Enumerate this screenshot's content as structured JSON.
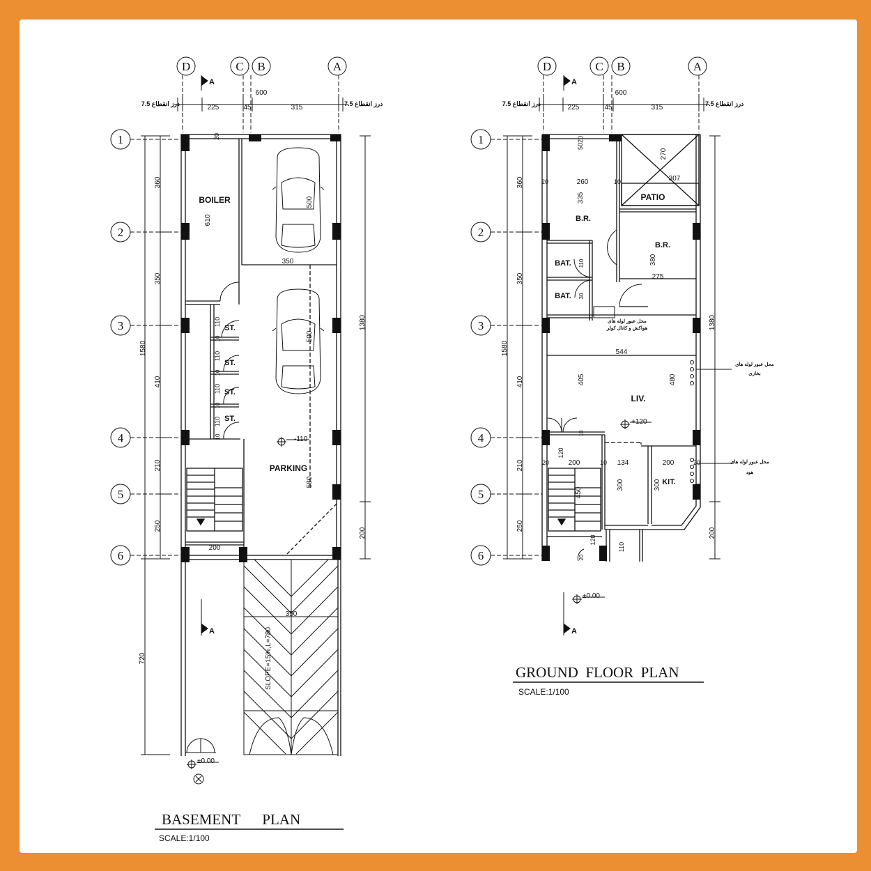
{
  "axes_columns": [
    "D",
    "C",
    "B",
    "A"
  ],
  "axes_rows": [
    "1",
    "2",
    "3",
    "4",
    "5",
    "6"
  ],
  "section_mark": "A",
  "top_dims": {
    "total": "600",
    "d1": "225",
    "d2": "45",
    "d3": "315",
    "left_offset": "7.5 درز انقطاع",
    "right_offset": "درز انقطاع 7.5"
  },
  "left_dims": {
    "overall": "1580",
    "r12": "360",
    "r23": "350",
    "r34": "410",
    "r45": "210",
    "r56": "250",
    "front": "720"
  },
  "right_dims": {
    "main": "1380",
    "rear": "200"
  },
  "basement": {
    "title": "BASEMENT      PLAN",
    "scale": "SCALE:1/100",
    "rooms": {
      "boiler": "BOILER",
      "parking": "PARKING",
      "st1": "ST.",
      "st2": "ST.",
      "st3": "ST.",
      "st4": "ST."
    },
    "dims": {
      "d610": "610",
      "d20": "20",
      "d500a": "500",
      "d500b": "500",
      "d350a": "350",
      "d350b": "350",
      "d580": "580",
      "d200": "200",
      "d110a": "110",
      "d110b": "110",
      "d110c": "110",
      "d110d": "110",
      "d10a": "10",
      "d10b": "10",
      "d10c": "10",
      "d10d": "10"
    },
    "levels": {
      "parking": "-110",
      "entry": "±0.00"
    },
    "ramp": "SLOPE=15%,L=780"
  },
  "ground": {
    "title": "GROUND  FLOOR  PLAN",
    "scale": "SCALE:1/100",
    "rooms": {
      "patio": "PATIO",
      "br1": "B.R.",
      "br2": "B.R.",
      "bat1": "BAT.",
      "bat2": "BAT.",
      "liv": "LIV.",
      "kit": "KIT."
    },
    "dims": {
      "d270": "270",
      "d307": "307",
      "d5020": "5020",
      "d20a": "20",
      "d260": "260",
      "d10a": "10",
      "d335": "335",
      "d380": "380",
      "d275": "275",
      "d544": "544",
      "d405": "405",
      "d480": "480",
      "d120a": "120",
      "d20b": "20",
      "d200a": "200",
      "d10b": "10",
      "d134": "134",
      "d200b": "200",
      "d20c": "20",
      "d300a": "300",
      "d300b": "300",
      "d450": "450",
      "d120b": "120",
      "d110": "110",
      "d20d": "20",
      "d10c": "10",
      "d110c": "110",
      "d30": "30"
    },
    "levels": {
      "liv": "+120",
      "entry": "±0.00"
    },
    "notes": {
      "n1a": "محل عبور لوله های",
      "n1b": "هواکش و کانال کولر",
      "n2a": "محل عبور لوله های",
      "n2b": "بخاری",
      "n3a": "محل عبور لوله های",
      "n3b": "هود"
    }
  }
}
